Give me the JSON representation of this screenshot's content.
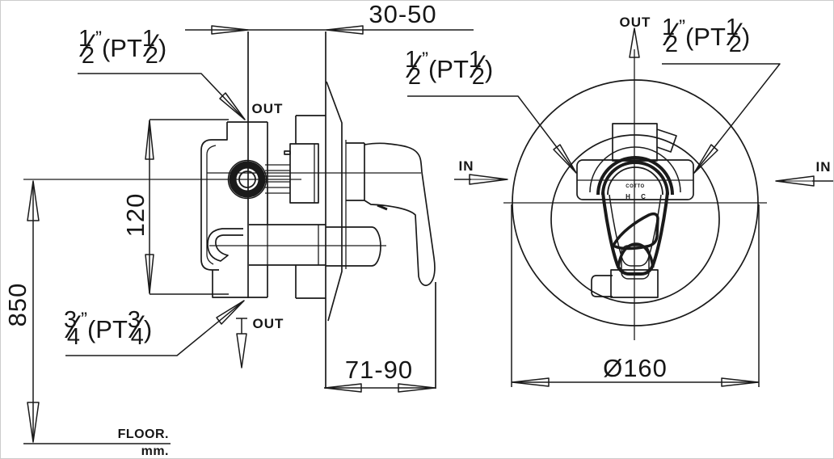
{
  "title": "concealed-shower-mixing-valve-installation-drawing",
  "colors": {
    "line": "#1a1a1a",
    "background": "#ffffff"
  },
  "dims": {
    "wall_depth_range": "30-50",
    "outlet_spacing": "120",
    "height_from_floor": "850",
    "projection_range": "71-90",
    "plate_diameter": "Ø160"
  },
  "flow": {
    "out": "OUT",
    "in": "IN"
  },
  "floor": {
    "label": "FLOOR.",
    "unit": "mm."
  },
  "ports": {
    "half": {
      "n": "1",
      "slash": "⁄",
      "d": "2",
      "inch": "”",
      "open": "(PT",
      "close": ")"
    },
    "three_quarter": {
      "n": "3",
      "slash": "⁄",
      "d": "4",
      "inch": "”",
      "open": "(PT",
      "close": ")"
    }
  },
  "logo": {
    "brand": "COTTO",
    "hot": "H",
    "cold": "C"
  }
}
